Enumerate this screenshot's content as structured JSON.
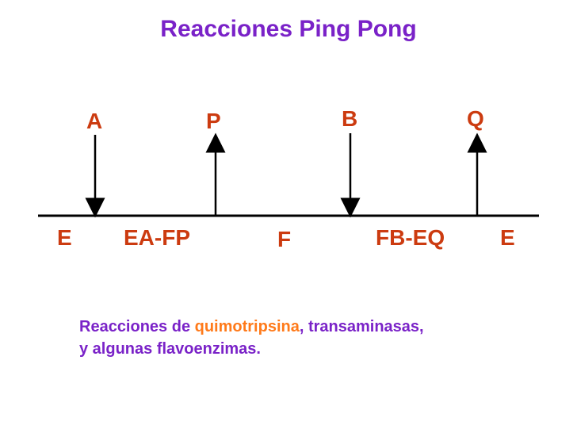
{
  "title": "Reacciones Ping Pong",
  "colors": {
    "title": "#7a22c8",
    "labels": "#cc3b10",
    "caption": "#7a22c8",
    "accent": "#ff7a1a",
    "lines": "#000000"
  },
  "arrows": [
    {
      "label": "A",
      "direction": "down"
    },
    {
      "label": "P",
      "direction": "up"
    },
    {
      "label": "B",
      "direction": "down"
    },
    {
      "label": "Q",
      "direction": "up"
    }
  ],
  "species": [
    "E",
    "EA-FP",
    "F",
    "FB-EQ",
    "E"
  ],
  "caption": {
    "part1": "Reacciones de ",
    "highlight": "quimotripsina",
    "part2": ", transaminasas,",
    "line2": "y algunas flavoenzimas."
  }
}
